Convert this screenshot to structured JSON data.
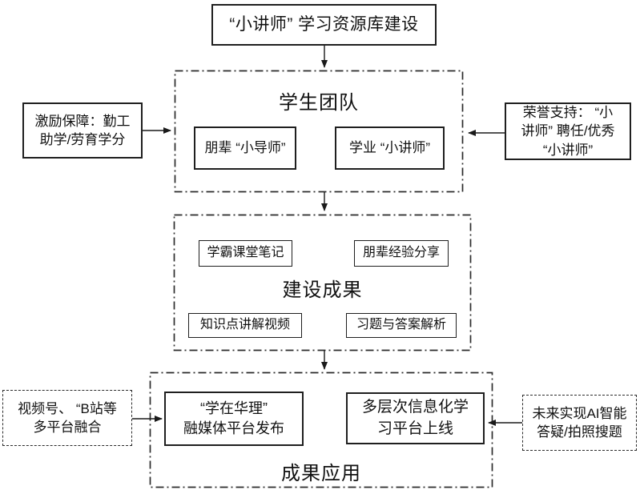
{
  "colors": {
    "background": "#ffffff",
    "line": "#1a1a1a",
    "text": "#111111"
  },
  "flowchart": {
    "root": "“小讲师” 学习资源库建设",
    "groups": [
      {
        "title": "学生团队",
        "items": [
          "朋辈 “小导师”",
          "学业 “小讲师”"
        ]
      },
      {
        "title": "建设成果",
        "items": [
          "学霸课堂笔记",
          "朋辈经验分享",
          "知识点讲解视频",
          "习题与答案解析"
        ]
      },
      {
        "title": "成果应用",
        "items": [
          "“学在华理”\n融媒体平台发布",
          "多层次信息化学\n习平台上线"
        ]
      }
    ],
    "annotations": [
      {
        "id": "incentive",
        "text": "激励保障：勤工\n助学/劳育学分"
      },
      {
        "id": "honor",
        "text": "荣誉支持： “小\n讲师” 聘任/优秀\n“小讲师”"
      },
      {
        "id": "multi-platform",
        "text": "视频号、 “B站等\n多平台融合"
      },
      {
        "id": "ai-future",
        "text": "未来实现AI智能\n答疑/拍照搜题"
      }
    ]
  }
}
